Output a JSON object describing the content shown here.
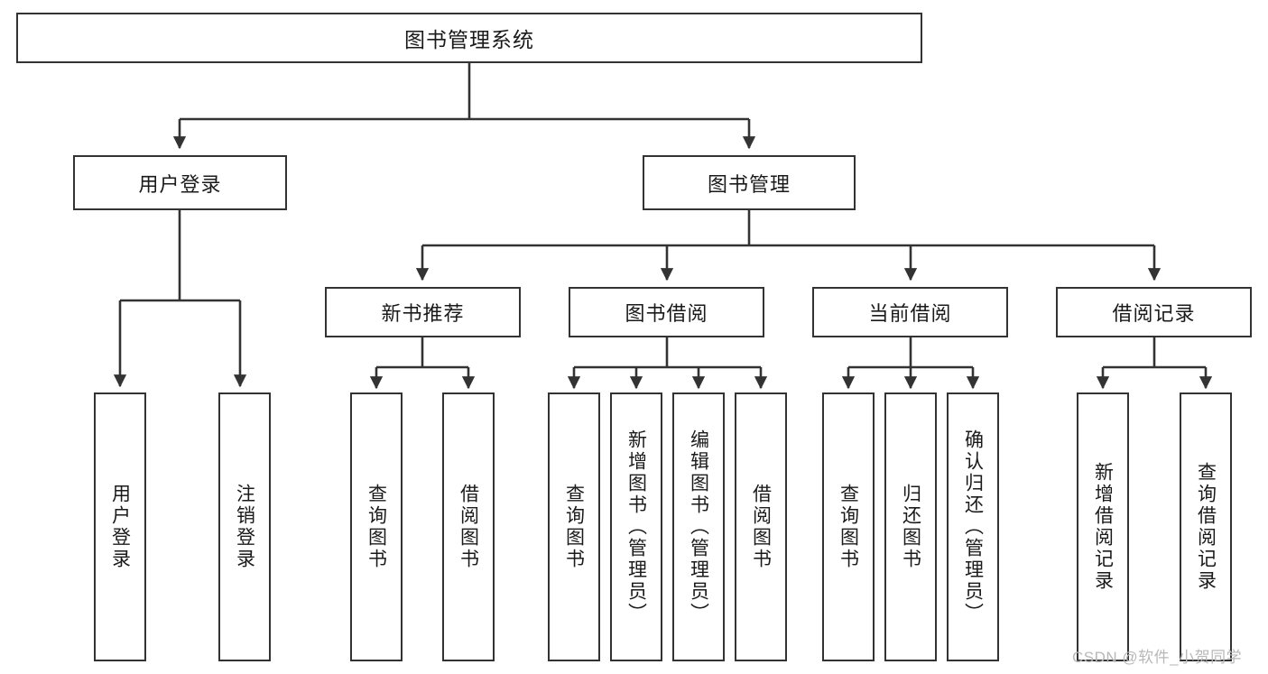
{
  "diagram": {
    "type": "tree",
    "title": "图书管理系统",
    "root": {
      "label": "图书管理系统"
    },
    "level2": [
      {
        "id": "user-login",
        "label": "用户登录"
      },
      {
        "id": "book-management",
        "label": "图书管理"
      }
    ],
    "level3": [
      {
        "id": "new-book-recommend",
        "label": "新书推荐"
      },
      {
        "id": "book-borrow",
        "label": "图书借阅"
      },
      {
        "id": "current-borrow",
        "label": "当前借阅"
      },
      {
        "id": "borrow-record",
        "label": "借阅记录"
      }
    ],
    "leaves": {
      "user-login": [
        {
          "id": "leaf-user-login",
          "label": "用户登录"
        },
        {
          "id": "leaf-user-logout",
          "label": "注销登录"
        }
      ],
      "new-book-recommend": [
        {
          "id": "leaf-query-book-1",
          "label": "查询图书"
        },
        {
          "id": "leaf-borrow-book-1",
          "label": "借阅图书"
        }
      ],
      "book-borrow": [
        {
          "id": "leaf-query-book-2",
          "label": "查询图书"
        },
        {
          "id": "leaf-add-book",
          "label": "新增图书（管理员）"
        },
        {
          "id": "leaf-edit-book",
          "label": "编辑图书（管理员）"
        },
        {
          "id": "leaf-borrow-book-2",
          "label": "借阅图书"
        }
      ],
      "current-borrow": [
        {
          "id": "leaf-query-book-3",
          "label": "查询图书"
        },
        {
          "id": "leaf-return-book",
          "label": "归还图书"
        },
        {
          "id": "leaf-confirm-return",
          "label": "确认归还（管理员）"
        }
      ],
      "borrow-record": [
        {
          "id": "leaf-add-record",
          "label": "新增借阅记录"
        },
        {
          "id": "leaf-query-record",
          "label": "查询借阅记录"
        }
      ]
    }
  },
  "watermark": {
    "text": "CSDN @软件_小贺同学"
  },
  "colors": {
    "border": "#333333",
    "background": "#ffffff",
    "text": "#1a1a1a",
    "watermark": "#b8b8b8"
  }
}
